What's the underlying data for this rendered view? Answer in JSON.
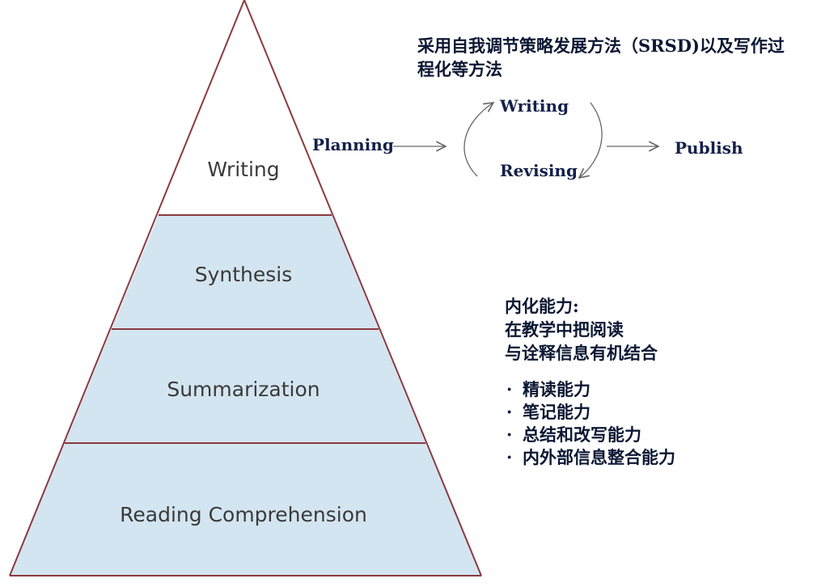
{
  "pyramid": {
    "tiers": [
      {
        "label": "Writing",
        "fill": "#ffffff"
      },
      {
        "label": "Synthesis",
        "fill": "#d3e5f0"
      },
      {
        "label": "Summarization",
        "fill": "#d3e5f0"
      },
      {
        "label": "Reading Comprehension",
        "fill": "#d3e5f0"
      }
    ],
    "edge_color": "#8a3a3f"
  },
  "process": {
    "planning": "Planning",
    "writing": "Writing",
    "revising": "Revising",
    "publish": "Publish",
    "arrow_color": "#666666"
  },
  "notes": {
    "srsd": "采用自我调节策略发展方法（SRSD)以及写作过程化等方法",
    "internalization": {
      "title": "内化能力:",
      "line1": "在教学中把阅读",
      "line2": "与诠释信息有机结合"
    },
    "skills": [
      "精读能力",
      "笔记能力",
      "总结和改写能力",
      "内外部信息整合能力"
    ],
    "bullet": "·"
  }
}
